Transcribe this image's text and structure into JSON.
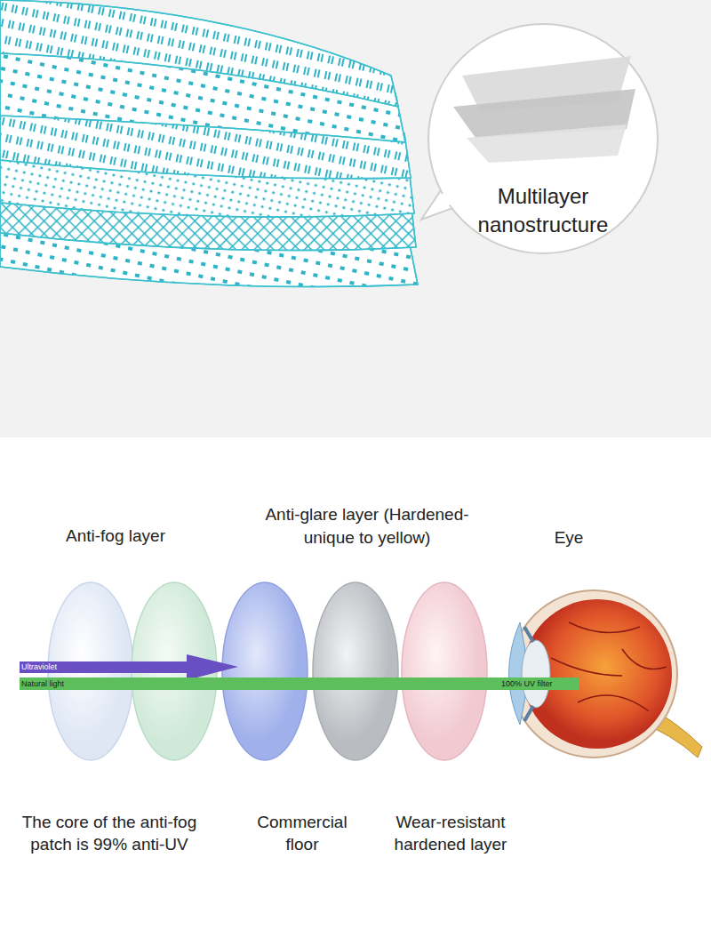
{
  "diagram": {
    "nodes": [
      {
        "text": [
          "Multilayer nanostructure"
        ]
      }
    ],
    "labels": [
      "Anti-fog layer",
      "Anti-glare layer (Hardened-unique to yellow)",
      "Eye",
      "Ultraviolet",
      "Natural light",
      "100% UV filter",
      "The core of the anti-fog patch is 99% anti-UV",
      "Commercial floor",
      "Wear-resistant hardened layer"
    ]
  }
}
